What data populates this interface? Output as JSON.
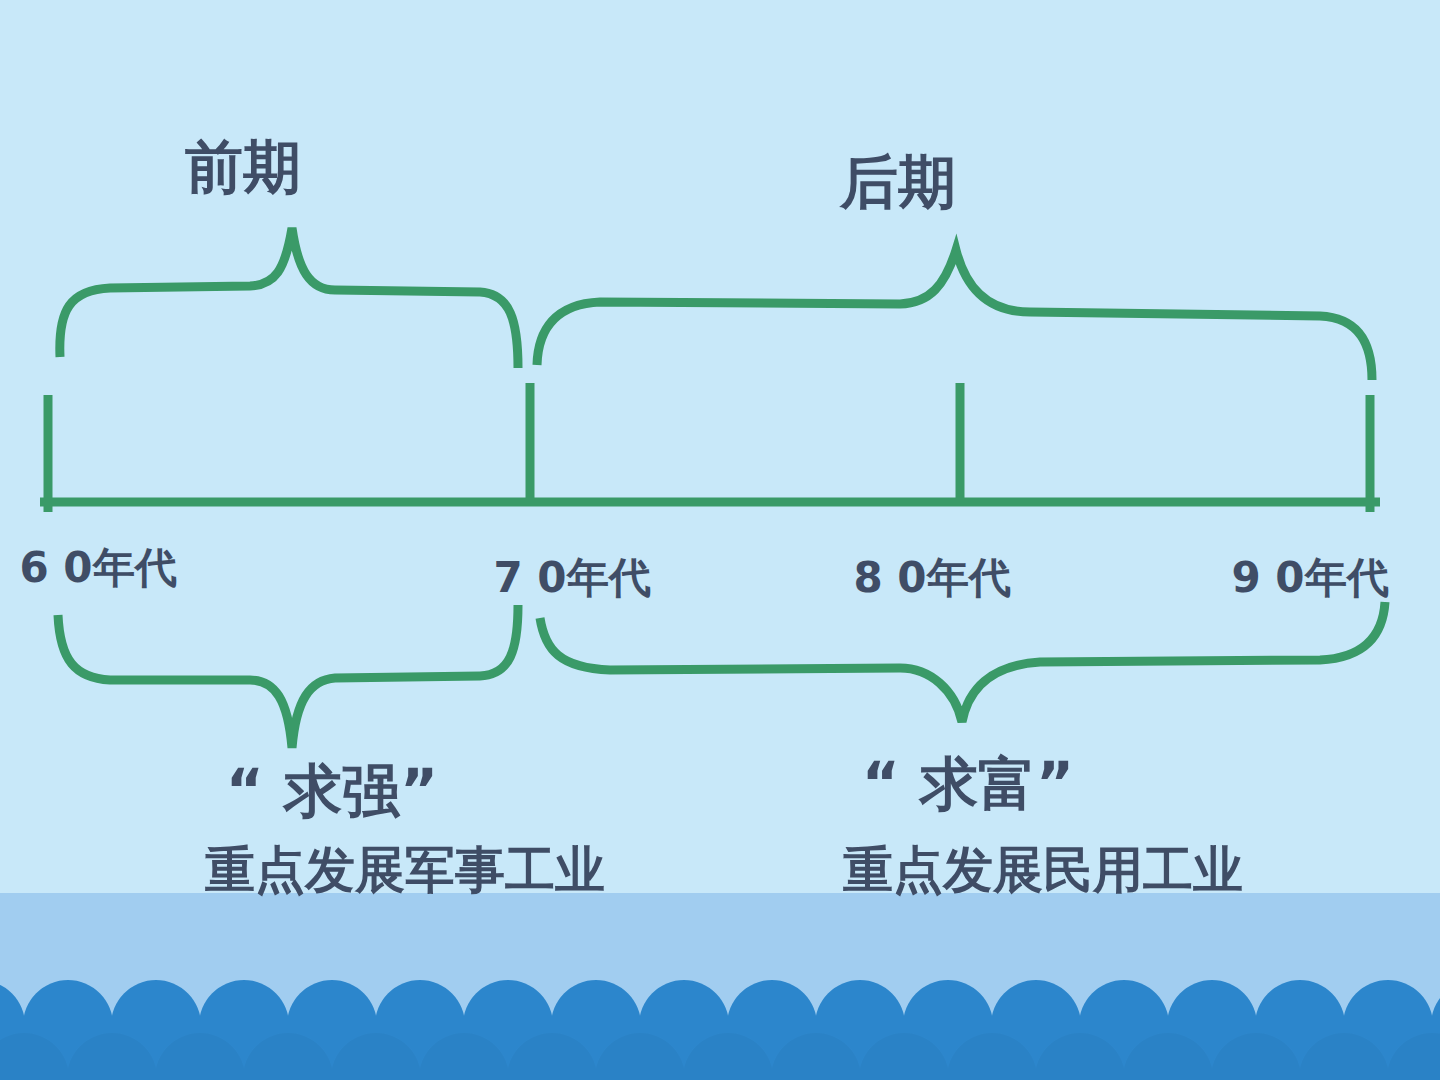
{
  "diagram": {
    "labels": [
      "前期",
      "后期",
      "6 0年代",
      "7 0年代",
      "8 0年代",
      "9 0年代",
      "“ 求强”",
      "重点发展军事工业",
      "“ 求富”",
      "重点发展民用工业"
    ]
  }
}
